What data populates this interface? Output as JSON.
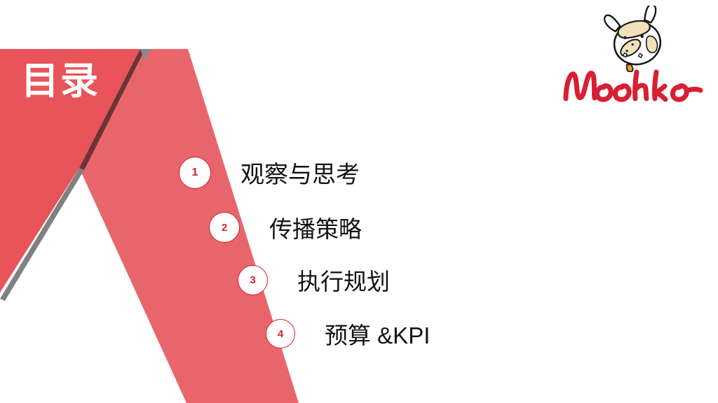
{
  "slide": {
    "title": "目录",
    "background_color": "#ffffff"
  },
  "colors": {
    "primary_red": "#e85459",
    "band_red": "#e8666b",
    "dark_line": "#6b3434",
    "gray_line": "#808080",
    "logo_red": "#d81f33",
    "badge_border": "#d81f33",
    "badge_text": "#d81f33",
    "item_text": "#141414",
    "title_text": "#ffffff",
    "horn_cream": "#f2e0bb"
  },
  "agenda": {
    "items": [
      {
        "number": "1",
        "label": "观察与思考"
      },
      {
        "number": "2",
        "label": "传播策略"
      },
      {
        "number": "3",
        "label": "执行规划"
      },
      {
        "number": "4",
        "label": "预算 &KPI"
      }
    ]
  },
  "logo": {
    "wordmark": "Moohko",
    "mark_name": "cow-head-mascot"
  }
}
